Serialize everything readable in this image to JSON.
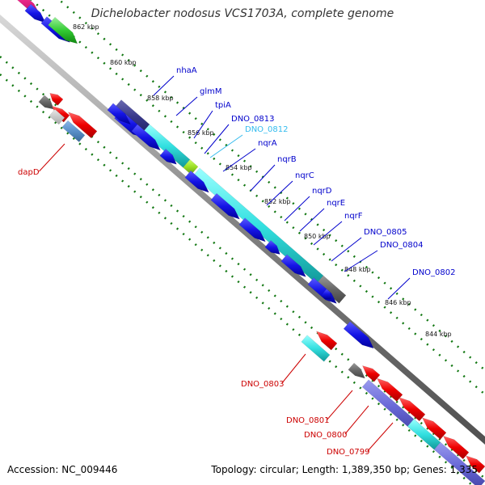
{
  "title": "Dichelobacter nodosus VCS1703A, complete genome",
  "footer": {
    "accession": "Accession: NC_009446",
    "topology": "Topology: circular; Length: 1,389,350 bp; Genes: 1,335"
  },
  "ticks": [
    "862 kbp",
    "860 kbp",
    "858 kbp",
    "856 kbp",
    "854 kbp",
    "852 kbp",
    "850 kbp",
    "848 kbp",
    "846 kbp",
    "844 kbp"
  ],
  "gene_labels_top": [
    "nhaA",
    "glmM",
    "tpiA",
    "DNO_0813",
    "DNO_0812",
    "nqrA",
    "nqrB",
    "nqrC",
    "nqrD",
    "nqrE",
    "nqrF",
    "DNO_0805",
    "DNO_0804",
    "DNO_0802"
  ],
  "gene_labels_bottom": [
    "dapD",
    "DNO_0803",
    "DNO_0801",
    "DNO_0800",
    "DNO_0799"
  ],
  "colors": {
    "forward": "#1414e6",
    "forward_dark": "#3a3a8c",
    "reverse": "#e60000",
    "cyan": "#33e0e0",
    "highlight_label": "#33bbee",
    "green": "#33cc33",
    "lime": "#99dd22",
    "grey": "#666666",
    "steel": "#5a8fc8",
    "magenta": "#ff3399",
    "tick_green": "#117711",
    "label_blue": "#0000cc",
    "label_red": "#cc0000"
  }
}
